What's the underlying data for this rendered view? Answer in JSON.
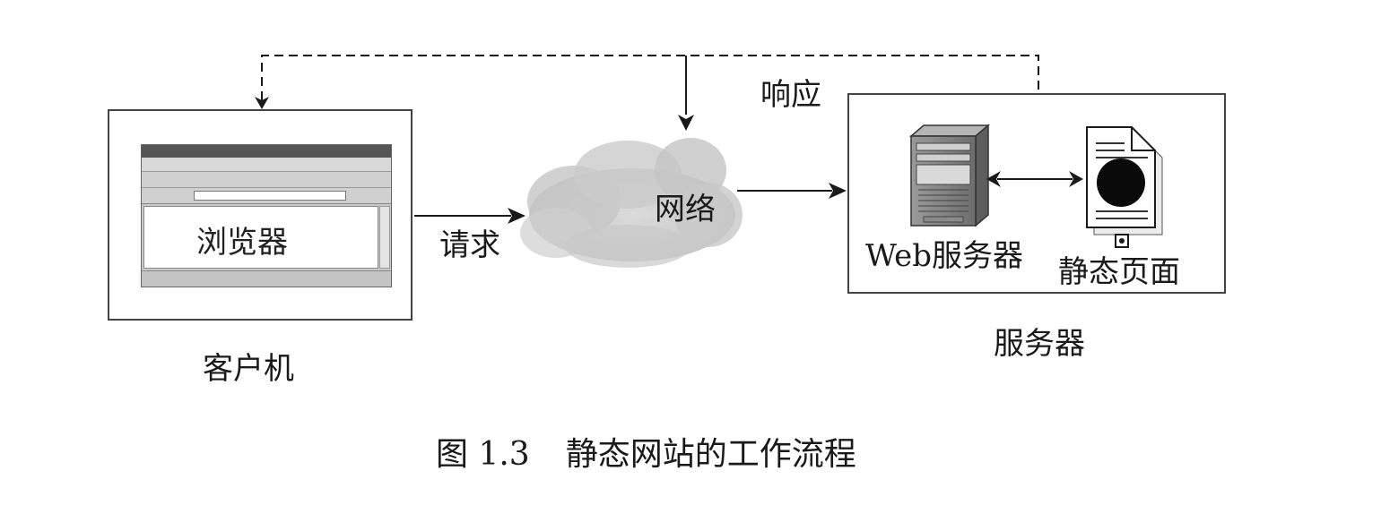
{
  "client": {
    "label": "客户机",
    "browser_label": "浏览器"
  },
  "server": {
    "label": "服务器",
    "web_server_label": "Web服务器",
    "static_page_label": "静态页面"
  },
  "network": {
    "label": "网络"
  },
  "arrows": {
    "request_label": "请求",
    "response_label": "响应"
  },
  "caption": {
    "number": "图 1.3",
    "title": "静态网站的工作流程"
  },
  "colors": {
    "line": "#1a1a1a",
    "cloud": "#c8c8c8",
    "box_border": "#444444"
  },
  "icons": {
    "client": "browser-window-icon",
    "server": "server-tower-icon",
    "page": "document-page-icon",
    "network": "cloud-icon"
  }
}
